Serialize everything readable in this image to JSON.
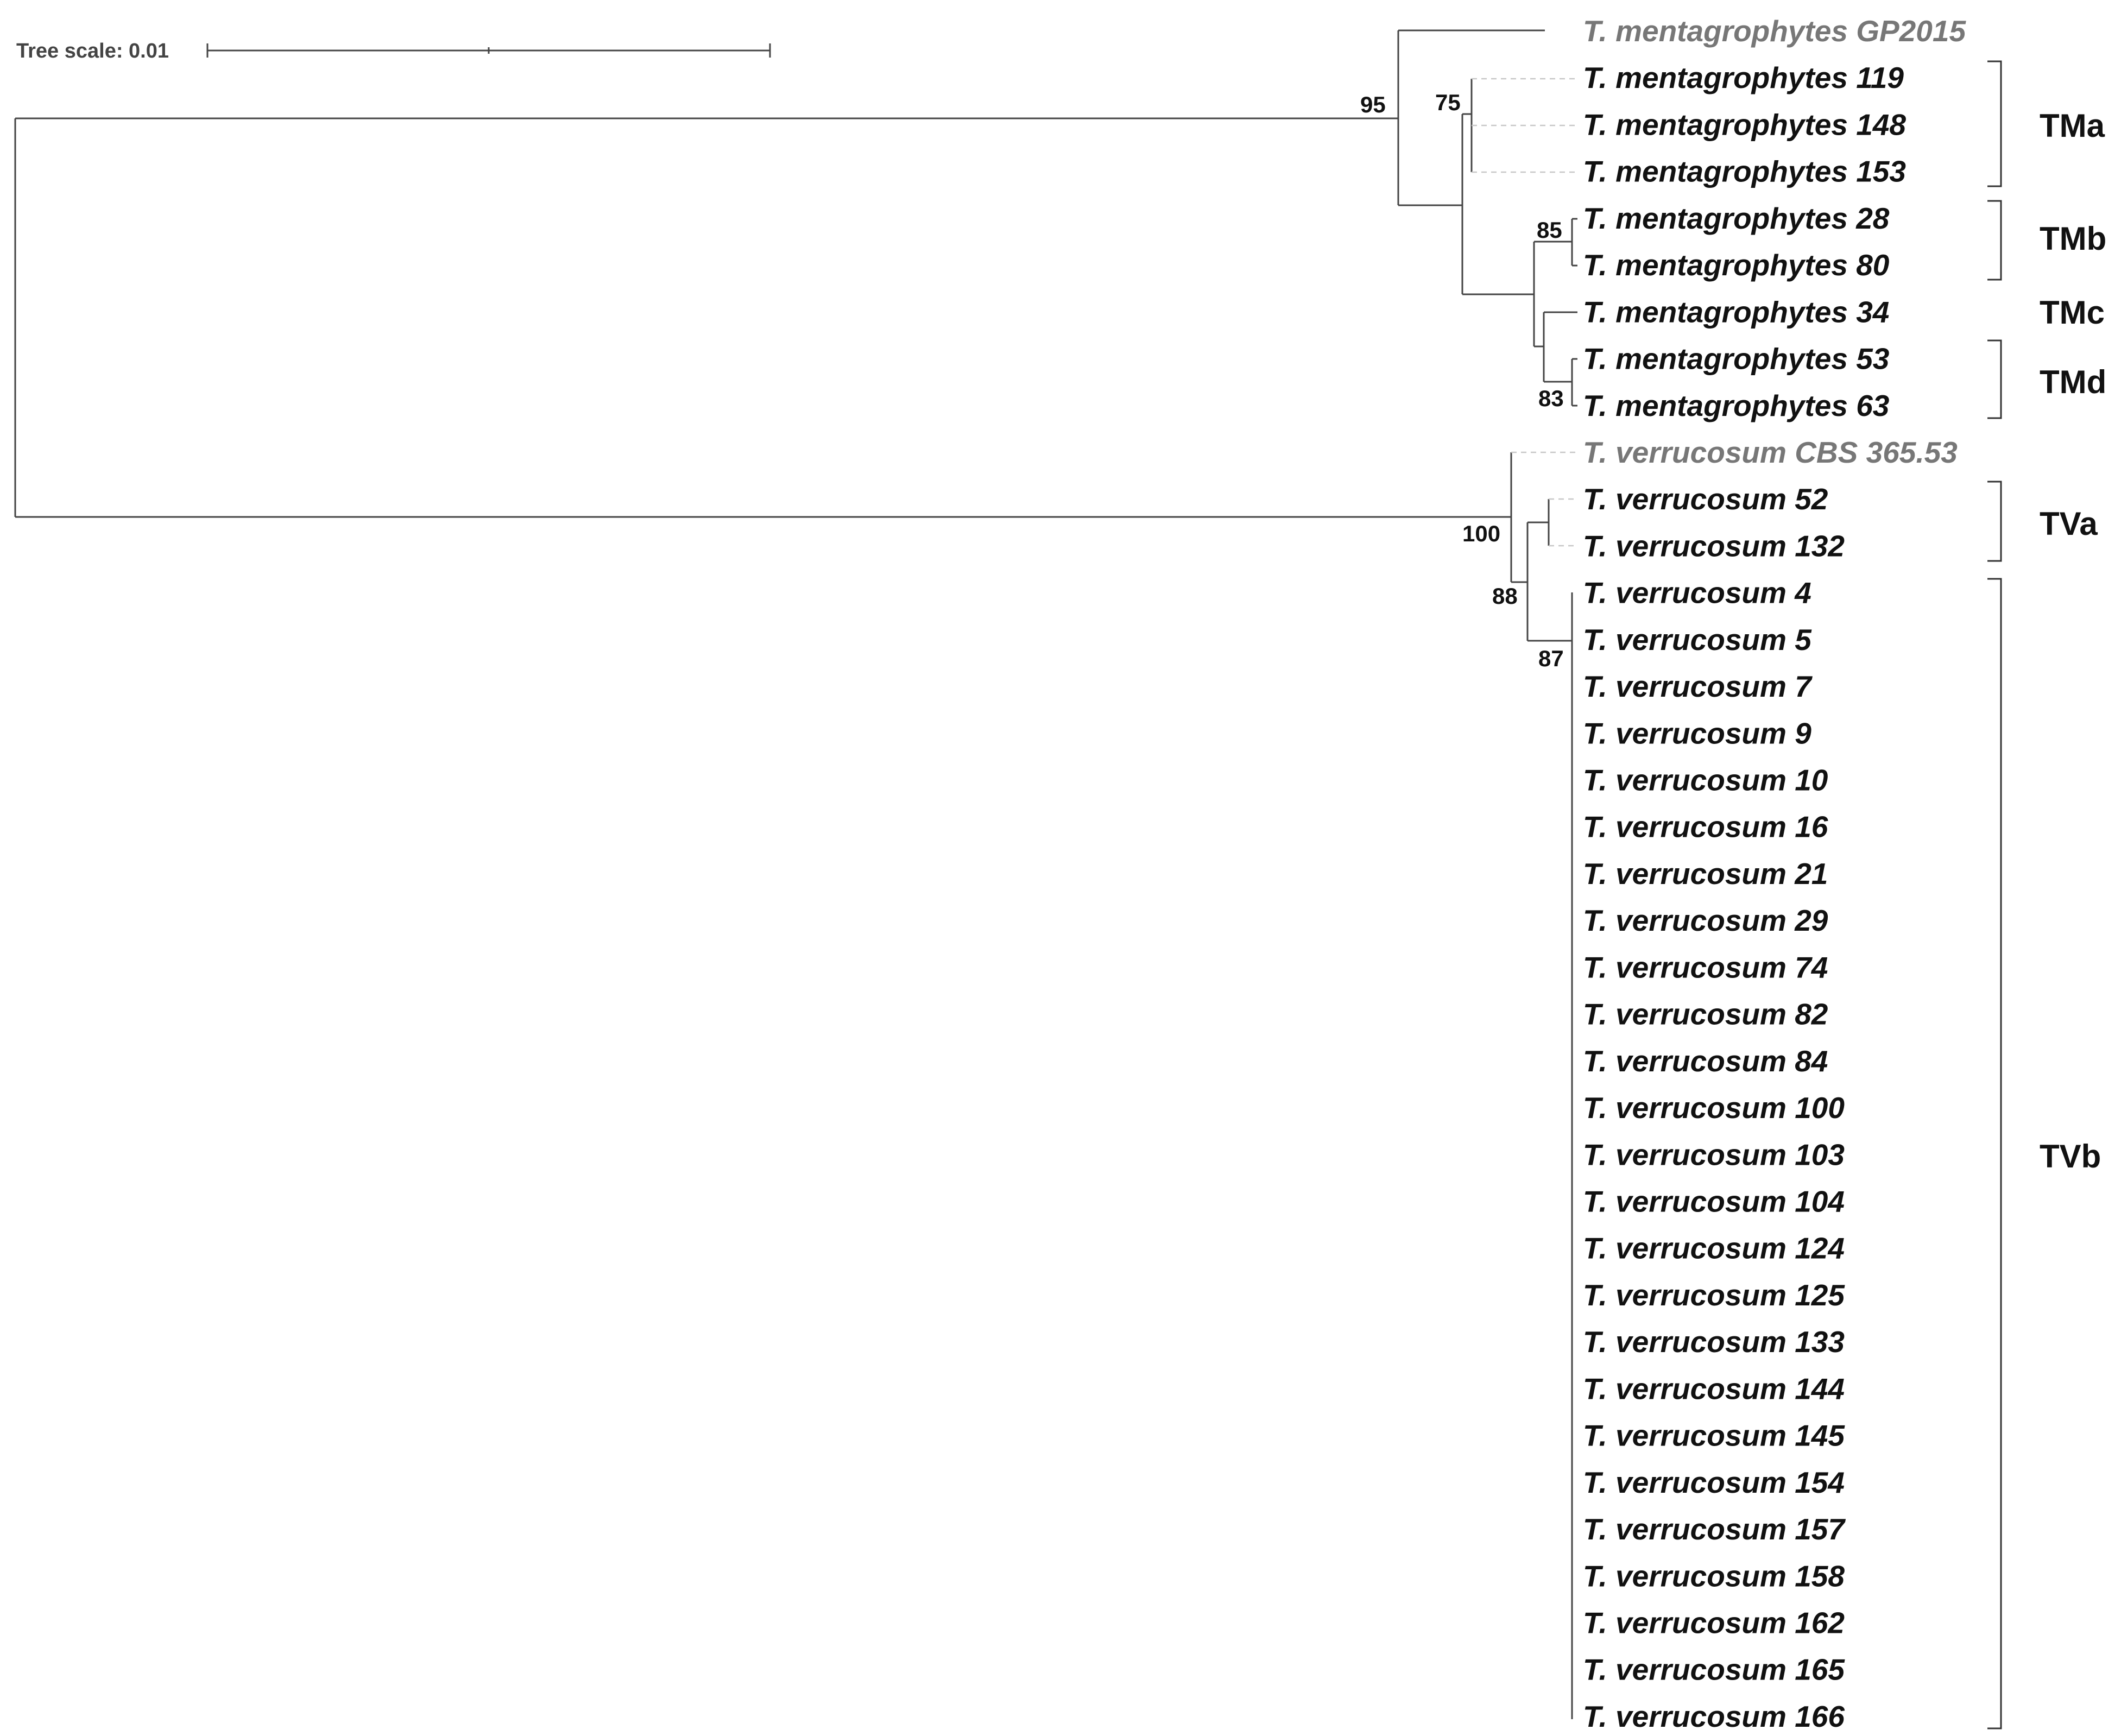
{
  "scale_bar": {
    "label": "Tree scale: 0.01"
  },
  "colors": {
    "reference_leaf": "#777777",
    "leaf": "#111111",
    "branch": "#444444"
  },
  "leaves": [
    {
      "label": "T. mentagrophytes GP2015",
      "style": "reference"
    },
    {
      "label": "T. mentagrophytes 119"
    },
    {
      "label": "T. mentagrophytes 148"
    },
    {
      "label": "T. mentagrophytes 153"
    },
    {
      "label": "T. mentagrophytes 28"
    },
    {
      "label": "T. mentagrophytes 80"
    },
    {
      "label": "T. mentagrophytes 34"
    },
    {
      "label": "T. mentagrophytes 53"
    },
    {
      "label": "T. mentagrophytes 63"
    },
    {
      "label": "T. verrucosum CBS 365.53",
      "style": "reference"
    },
    {
      "label": "T. verrucosum 52"
    },
    {
      "label": "T. verrucosum 132"
    },
    {
      "label": "T. verrucosum 4"
    },
    {
      "label": "T. verrucosum 5"
    },
    {
      "label": "T. verrucosum 7"
    },
    {
      "label": "T. verrucosum 9"
    },
    {
      "label": "T. verrucosum 10"
    },
    {
      "label": "T. verrucosum 16"
    },
    {
      "label": "T. verrucosum 21"
    },
    {
      "label": "T. verrucosum 29"
    },
    {
      "label": "T. verrucosum 74"
    },
    {
      "label": "T. verrucosum 82"
    },
    {
      "label": "T. verrucosum 84"
    },
    {
      "label": "T. verrucosum 100"
    },
    {
      "label": "T. verrucosum 103"
    },
    {
      "label": "T. verrucosum 104"
    },
    {
      "label": "T. verrucosum 124"
    },
    {
      "label": "T. verrucosum 125"
    },
    {
      "label": "T. verrucosum 133"
    },
    {
      "label": "T. verrucosum 144"
    },
    {
      "label": "T. verrucosum 145"
    },
    {
      "label": "T. verrucosum 154"
    },
    {
      "label": "T. verrucosum 157"
    },
    {
      "label": "T. verrucosum 158"
    },
    {
      "label": "T. verrucosum 162"
    },
    {
      "label": "T. verrucosum 165"
    },
    {
      "label": "T. verrucosum 166"
    }
  ],
  "support_values": [
    "95",
    "75",
    "85",
    "83",
    "100",
    "88",
    "87"
  ],
  "groups": [
    {
      "label": "TMa",
      "members": [
        "T. mentagrophytes 119",
        "T. mentagrophytes 148",
        "T. mentagrophytes 153"
      ]
    },
    {
      "label": "TMb",
      "members": [
        "T. mentagrophytes 28",
        "T. mentagrophytes 80"
      ]
    },
    {
      "label": "TMc",
      "members": [
        "T. mentagrophytes 34"
      ]
    },
    {
      "label": "TMd",
      "members": [
        "T. mentagrophytes 53",
        "T. mentagrophytes 63"
      ]
    },
    {
      "label": "TVa",
      "members": [
        "T. verrucosum 52",
        "T. verrucosum 132"
      ]
    },
    {
      "label": "TVb",
      "members": [
        "T. verrucosum 4",
        "T. verrucosum 166"
      ]
    }
  ]
}
